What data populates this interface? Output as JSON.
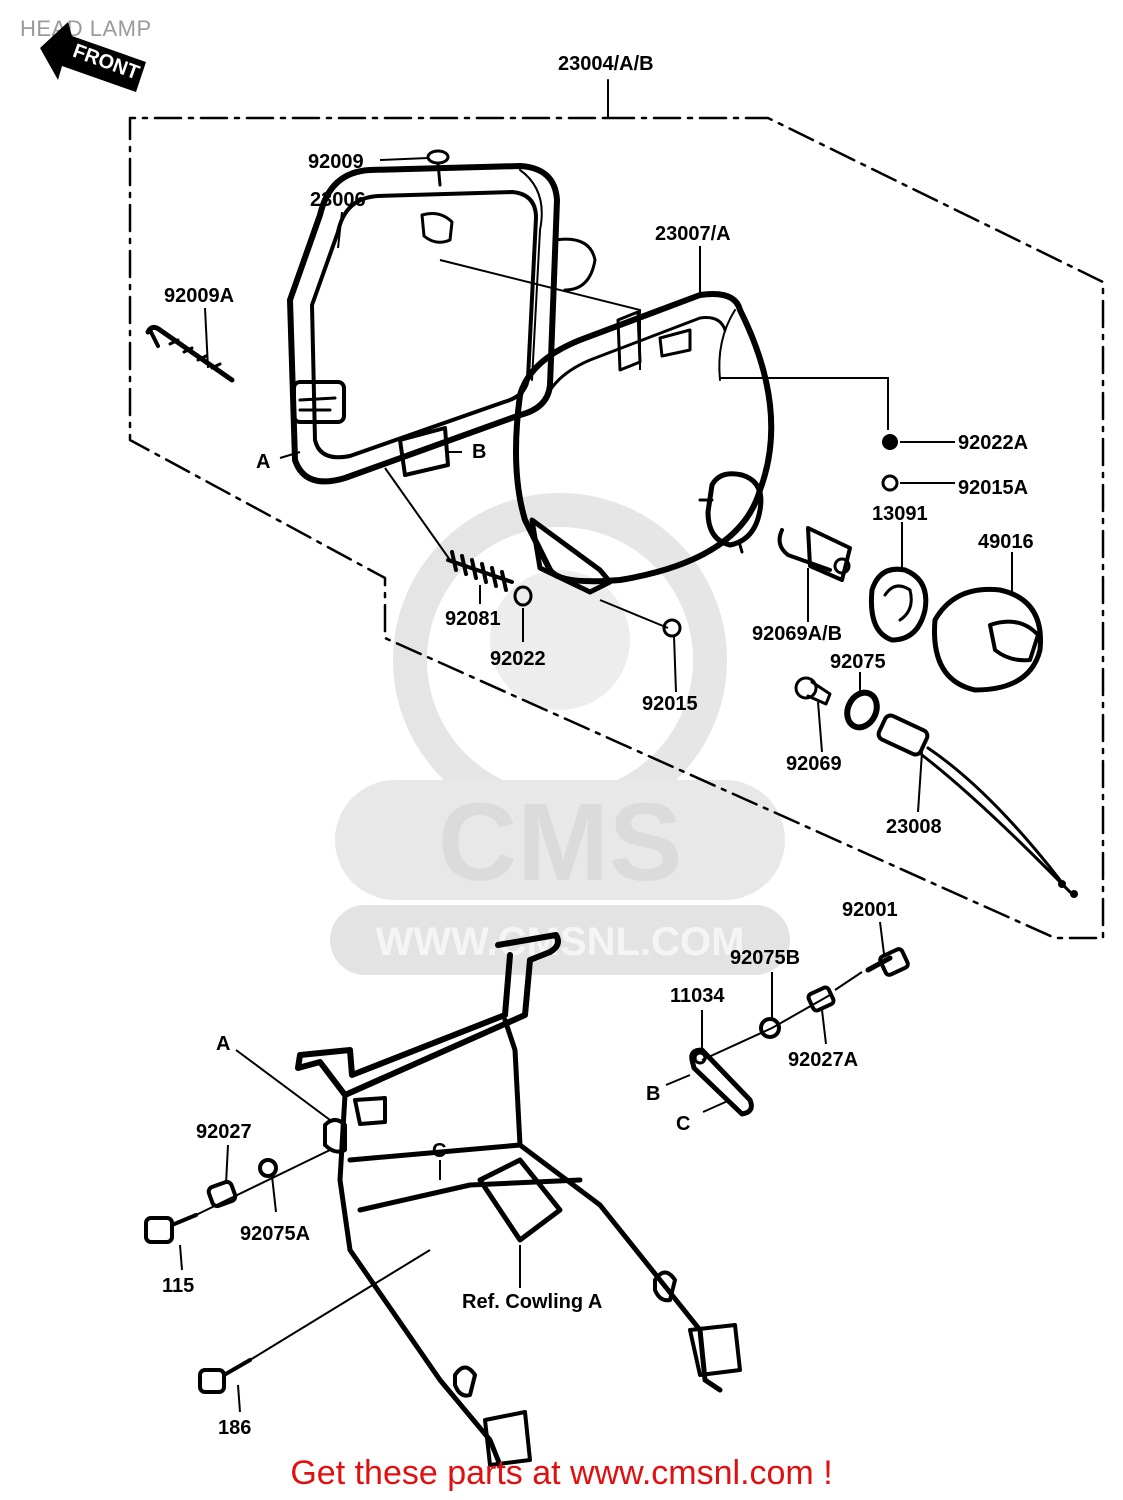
{
  "page": {
    "title": "HEAD LAMP",
    "cta": "Get these parts at www.cmsnl.com !"
  },
  "watermark": {
    "brand": "CMS",
    "url": "WWW.CMSNL.COM"
  },
  "front_arrow": "FRONT",
  "parts": {
    "p23004": "23004/A/B",
    "p92009": "92009",
    "p23006": "23006",
    "p23007": "23007/A",
    "p92009A": "92009A",
    "pA1": "A",
    "pB1": "B",
    "p92022A": "92022A",
    "p92015A": "92015A",
    "p13091": "13091",
    "p49016": "49016",
    "p92081": "92081",
    "p92022": "92022",
    "p92015": "92015",
    "p92069AB": "92069A/B",
    "p92075": "92075",
    "p92069": "92069",
    "p23008": "23008",
    "p92001": "92001",
    "p92075B": "92075B",
    "p11034": "11034",
    "p92027A": "92027A",
    "pA2": "A",
    "pB2": "B",
    "pC1": "C",
    "pC2": "C",
    "p92027": "92027",
    "p92075A": "92075A",
    "p115": "115",
    "p186": "186",
    "ref_cowling": "Ref. Cowling A"
  }
}
